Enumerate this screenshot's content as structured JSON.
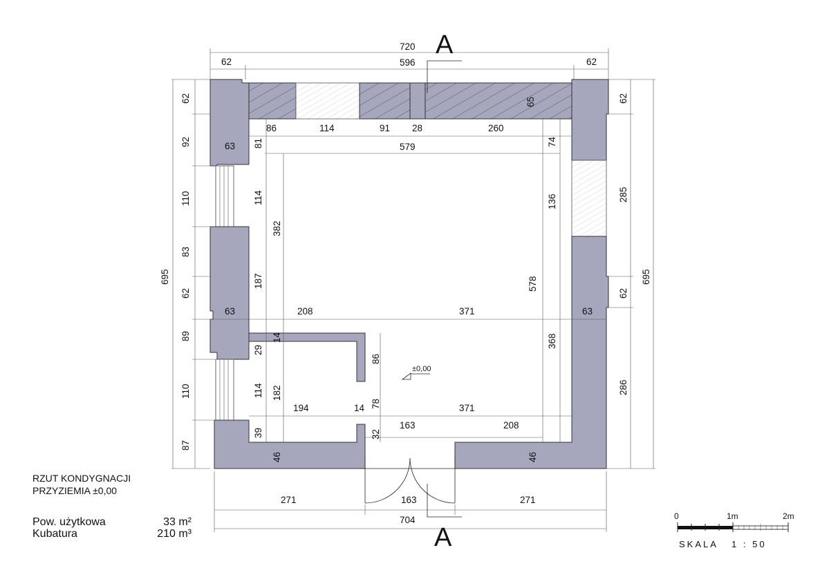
{
  "section_marker": "A",
  "dimensions": {
    "top_total": "720",
    "top_left_wall": "62",
    "top_inner": "596",
    "top_right_wall": "62",
    "top_window_seg1": "86",
    "top_window_seg2": "114",
    "top_window_seg3": "91",
    "top_window_seg4": "28",
    "top_window_seg5": "260",
    "top_wall_thickness": "65",
    "inner_width": "579",
    "left_wall_63_top": "63",
    "left_wall_63_mid": "63",
    "right_wall_63": "63",
    "left_81": "81",
    "left_114_upper": "114",
    "left_382": "382",
    "left_187": "187",
    "left_29": "29",
    "left_114_lower": "114",
    "left_182": "182",
    "left_39": "39",
    "left_46": "46",
    "right_74": "74",
    "right_136": "136",
    "right_578": "578",
    "right_368": "368",
    "right_46": "46",
    "mid_208": "208",
    "mid_371_upper": "371",
    "mid_371_lower": "371",
    "mid_194": "194",
    "mid_14_horiz": "14",
    "mid_14_vert": "14",
    "mid_86": "86",
    "mid_78": "78",
    "mid_32": "32",
    "mid_163_inner": "163",
    "mid_208_lower": "208",
    "outer_left_62_top": "62",
    "outer_left_92": "92",
    "outer_left_110_upper": "110",
    "outer_left_83": "83",
    "outer_left_62_mid": "62",
    "outer_left_89": "89",
    "outer_left_110_lower": "110",
    "outer_left_87": "87",
    "outer_left_total": "695",
    "outer_right_62_top": "62",
    "outer_right_285": "285",
    "outer_right_62_mid": "62",
    "outer_right_286": "286",
    "outer_right_total": "695",
    "bottom_271_left": "271",
    "bottom_163": "163",
    "bottom_271_right": "271",
    "bottom_total": "704"
  },
  "level_mark": "±0,00",
  "plan_title_line1": "RZUT KONDYGNACJI",
  "plan_title_line2": "PRZYZIEMIA ±0,00",
  "area_label": "Pow. użytkowa",
  "area_value": "33 m²",
  "volume_label": "Kubatura",
  "volume_value": "210 m³",
  "scale_bar": {
    "label_0": "0",
    "label_1": "1m",
    "label_2": "2m",
    "caption": "SKALA   1 : 50"
  },
  "colors": {
    "wall_fill": "#a6a6bd",
    "line": "#222222"
  }
}
